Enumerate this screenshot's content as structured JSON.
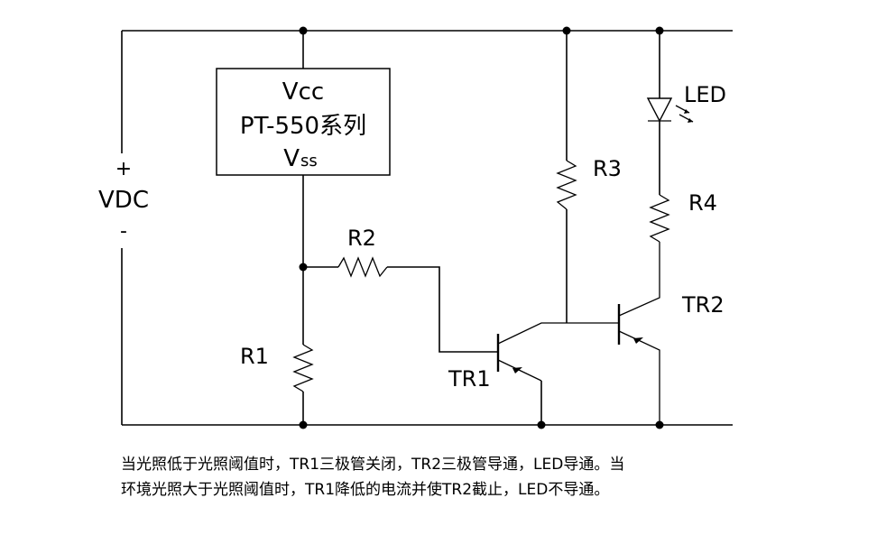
{
  "diagram": {
    "ic": {
      "vcc": "Vcc",
      "model": "PT-550系列",
      "vss_main": "V",
      "vss_sub": "ss"
    },
    "supply": {
      "plus": "+",
      "label": "VDC",
      "minus": "-"
    },
    "components": {
      "r1": "R1",
      "r2": "R2",
      "r3": "R3",
      "r4": "R4",
      "tr1": "TR1",
      "tr2": "TR2",
      "led": "LED"
    }
  },
  "caption": {
    "line1": "当光照低于光照阈值时，TR1三极管关闭，TR2三极管导通，LED导通。当",
    "line2": "环境光照大于光照阈值时，TR1降低的电流并使TR2截止，LED不导通。"
  }
}
